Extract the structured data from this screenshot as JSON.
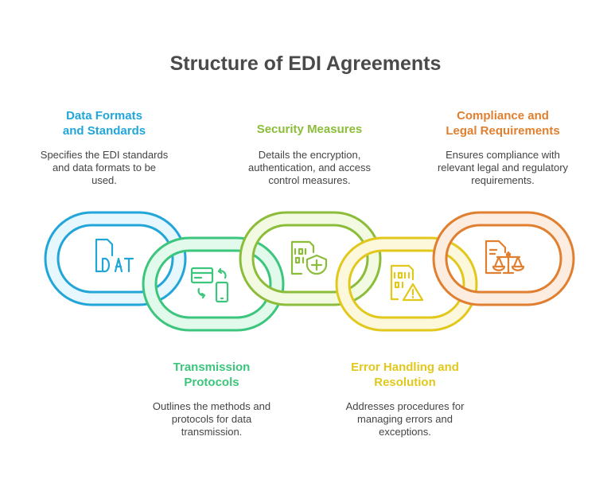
{
  "title": "Structure of EDI Agreements",
  "items": [
    {
      "title": "Data Formats and Standards",
      "desc": "Specifies the EDI standards and data formats to be used.",
      "color": "#22a6d9",
      "light": "#e6f7fd",
      "icon": "dat-file-icon",
      "icon_text": "DAT"
    },
    {
      "title": "Transmission Protocols",
      "desc": "Outlines the methods and protocols for data transmission.",
      "color": "#3cc57d",
      "light": "#e2faec",
      "icon": "card-phone-transfer-icon"
    },
    {
      "title": "Security Measures",
      "desc": "Details the encryption, authentication, and access control measures.",
      "color": "#8cbd3a",
      "light": "#f2fbe2",
      "icon": "binary-file-shield-icon"
    },
    {
      "title": "Error Handling and Resolution",
      "desc": "Addresses procedures for managing errors and exceptions.",
      "color": "#e2c81c",
      "light": "#fdf8dc",
      "icon": "binary-file-warning-icon"
    },
    {
      "title": "Compliance and Legal Requirements",
      "desc": "Ensures compliance with relevant legal and regulatory requirements.",
      "color": "#e07f2f",
      "light": "#fdece0",
      "icon": "document-scales-icon"
    }
  ]
}
